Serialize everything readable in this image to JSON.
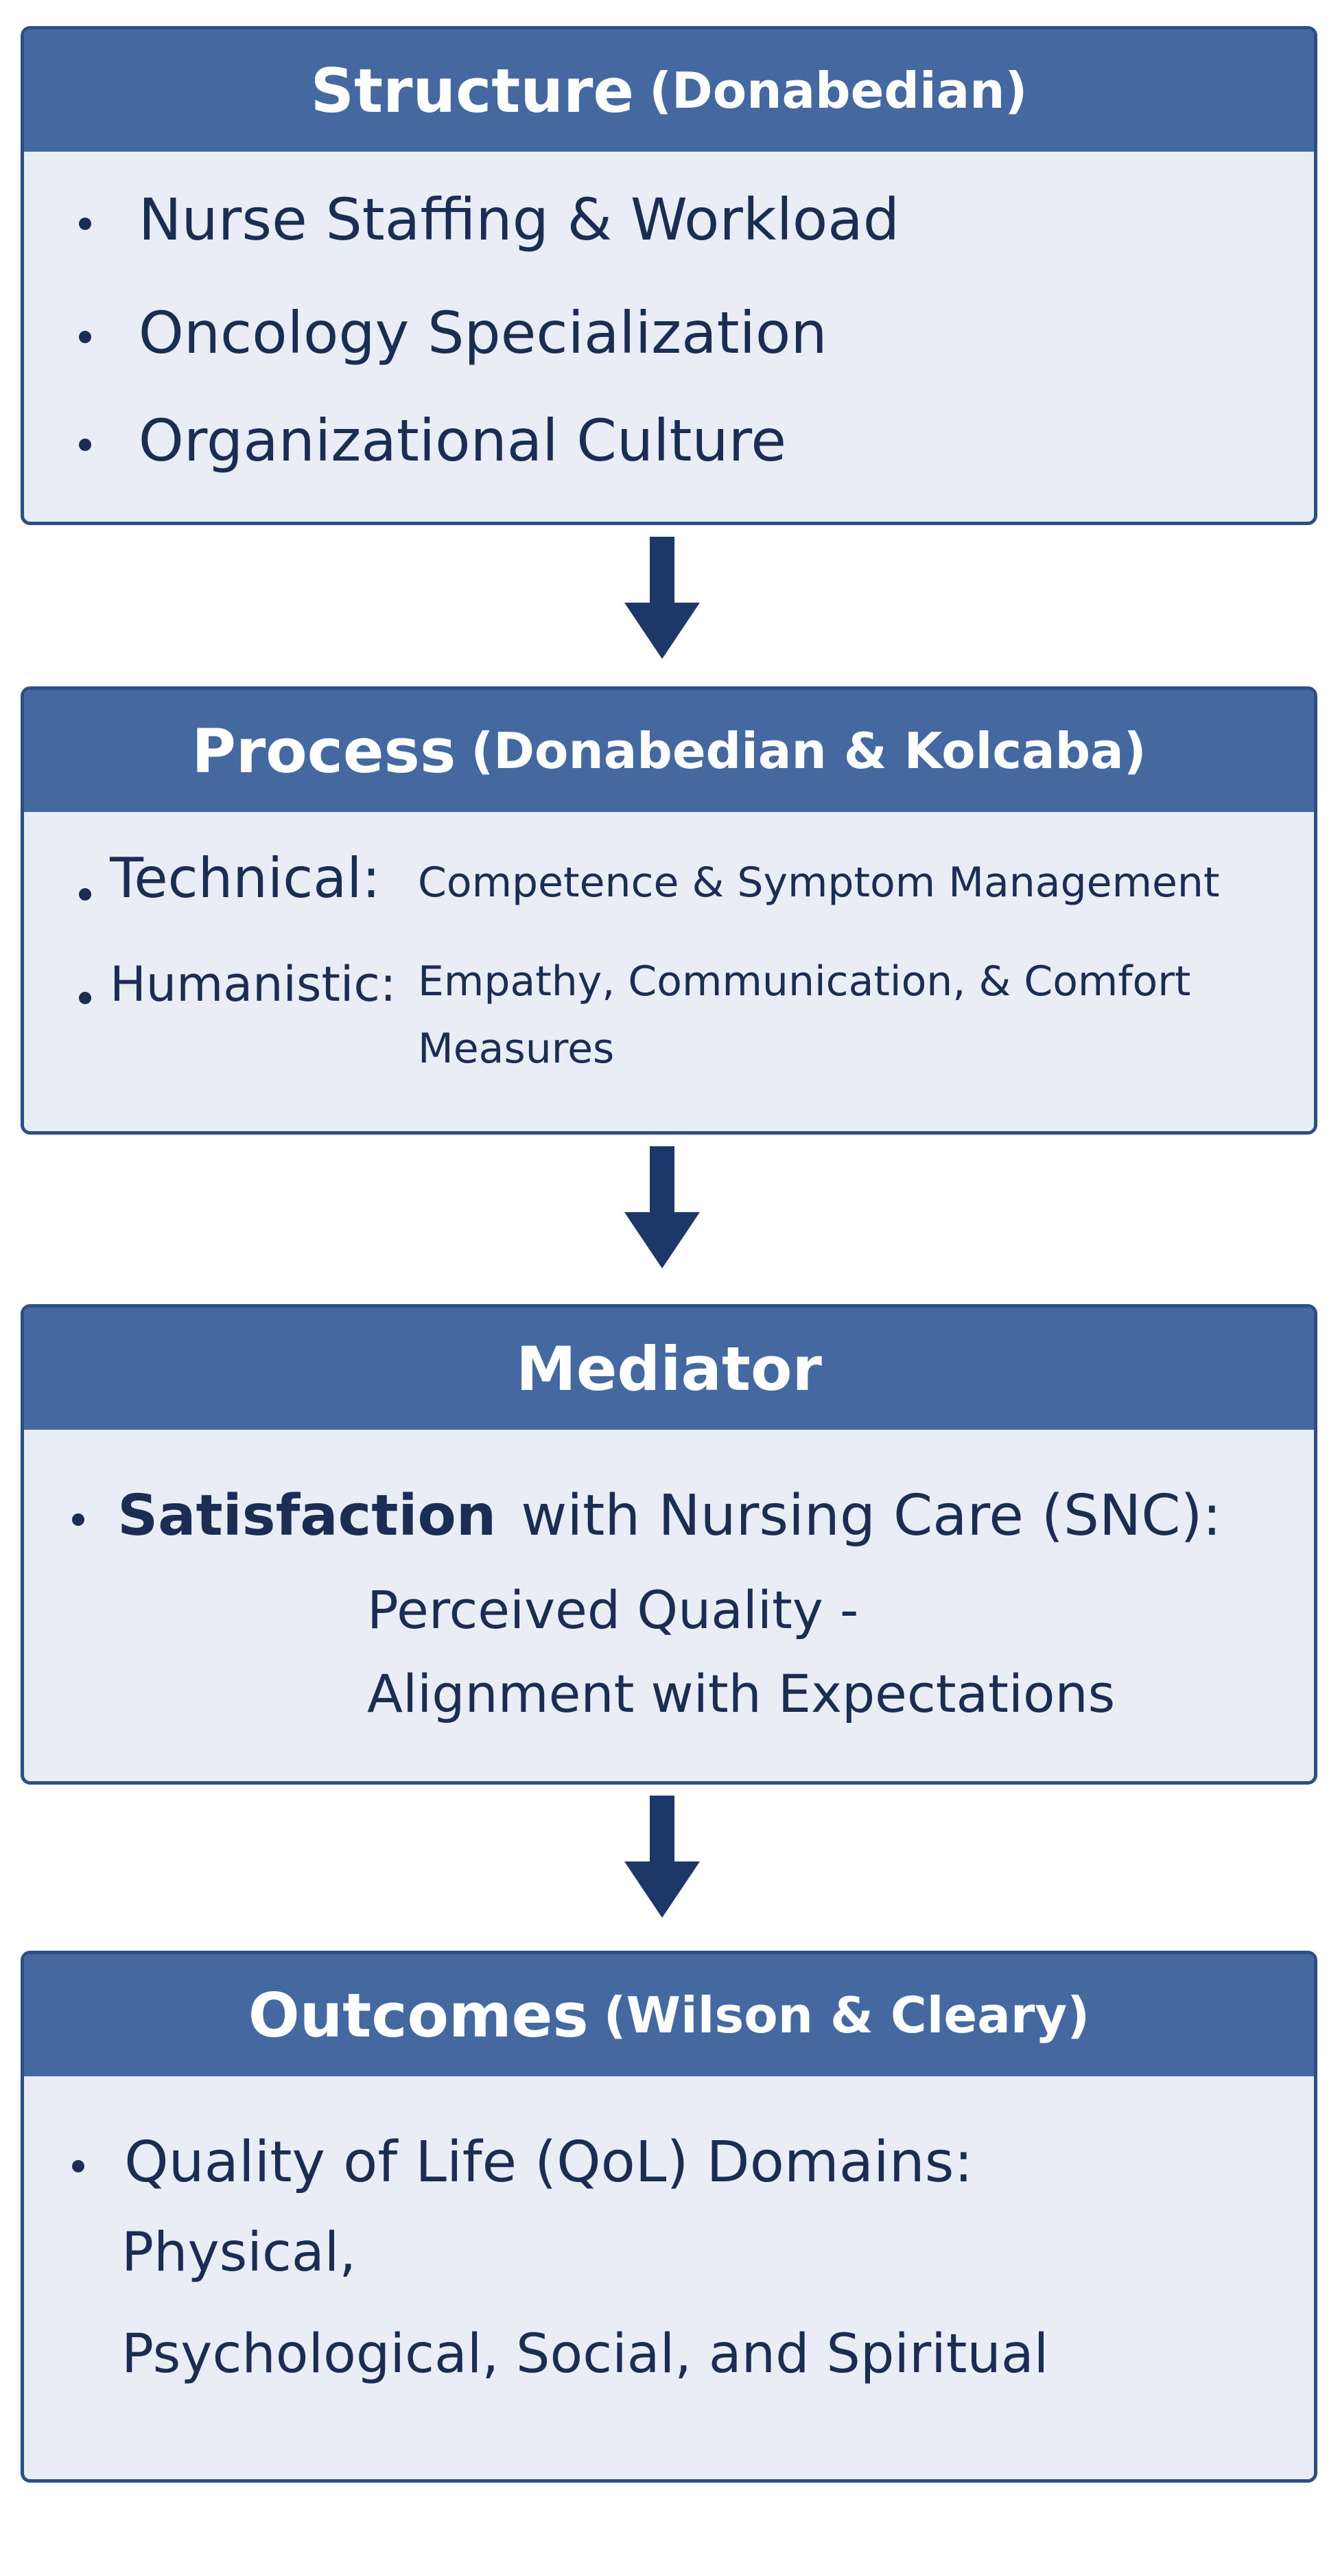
{
  "boxes": {
    "structure": {
      "title": "Structure",
      "subtitle": "(Donabedian)",
      "items": [
        "Nurse Staffing & Workload",
        "Oncology Specialization",
        "Organizational Culture"
      ]
    },
    "process": {
      "title": "Process",
      "subtitle": "(Donabedian & Kolcaba)",
      "items": [
        {
          "label": "Technical:",
          "text": "Competence & Symptom Management"
        },
        {
          "label": "Humanistic:",
          "text": "Empathy, Communication, & Comfort",
          "text2": "Measures"
        }
      ]
    },
    "mediator": {
      "title": "Mediator",
      "lead_bold": "Satisfaction",
      "lead_rest": "with Nursing Care (SNC):",
      "line2": "Perceived Quality -",
      "line3": "Alignment with Expectations"
    },
    "outcomes": {
      "title": "Outcomes",
      "subtitle": "(Wilson & Cleary)",
      "line1": "Quality of Life (QoL) Domains:",
      "line2": "Physical,",
      "line3": "Psychological, Social, and Spiritual"
    }
  },
  "colors": {
    "header_bg": "#4468a0",
    "border": "#2d4f86",
    "box_bg": "#e9eef6",
    "text": "#1b2d52",
    "arrow": "#1d3868"
  }
}
